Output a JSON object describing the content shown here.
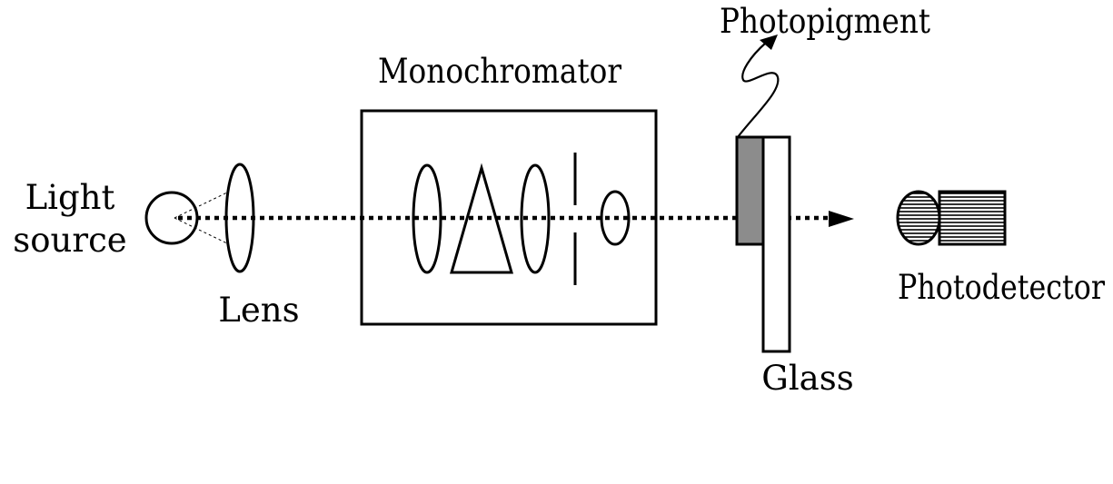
{
  "diagram": {
    "labels": {
      "light_source_line1": "Light",
      "light_source_line2": "source",
      "lens": "Lens",
      "monochromator": "Monochromator",
      "photopigment": "Photopigment",
      "glass": "Glass",
      "photodetector": "Photodetector"
    },
    "colors": {
      "stroke": "#000000",
      "photopigment_fill": "#8c8c8c",
      "background": "#ffffff"
    }
  }
}
